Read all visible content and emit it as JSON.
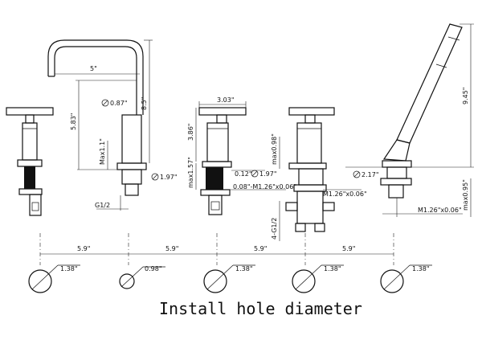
{
  "labels": {
    "spout_reach": "5\"",
    "spout_pipe_dia": "0.87\"",
    "spout_height": "8.5\"",
    "spout_body_len": "5.83\"",
    "spout_max_deck": "Max1.1\"",
    "spout_flange_dia": "1.97\"",
    "spout_thread": "G1/2",
    "handle_width": "3.03\"",
    "handle_height": "3.86\"",
    "handle_max_deck": "max1.57\"",
    "handle_washer": "0.12\"",
    "handle_flange_dia": "1.97\"",
    "handle_nut": "0.08\"-M1.26\"x0.06\"",
    "valve_max": "max0.98\"",
    "valve_thread": "M1.26\"x0.06\"",
    "valve_ports": "4-G1/2",
    "hand_height": "9.45\"",
    "hand_dia": "2.17\"",
    "hand_max": "max0.95\"",
    "hand_thread": "M1.26\"x0.06\"",
    "spacing_1": "5.9\"",
    "spacing_2": "5.9\"",
    "spacing_3": "5.9\"",
    "spacing_4": "5.9\"",
    "hole_1": "1.38\"",
    "hole_2": "0.98\"",
    "hole_3": "1.38\"",
    "hole_4": "1.38\"",
    "hole_5": "1.38\""
  },
  "caption": "Install hole diameter"
}
